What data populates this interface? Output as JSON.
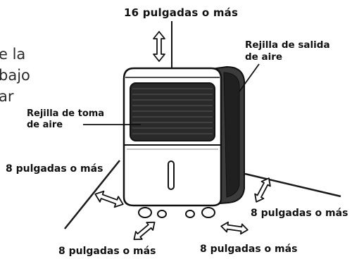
{
  "labels": {
    "top_clearance": "16 pulgadas o más",
    "outlet_grille_line1": "Rejilla de salida",
    "outlet_grille_line2": "de aire",
    "intake_grille_line1": "Rejilla de toma",
    "intake_grille_line2": "de aire",
    "left_clearance": "8 pulgadas o más",
    "right_clearance": "8 pulgadas o más",
    "front_clearance_left": "8 pulgadas o más",
    "front_clearance_right": "8 pulgadas o más"
  },
  "cropped_text": [
    "e la",
    "bajo",
    "ar"
  ]
}
